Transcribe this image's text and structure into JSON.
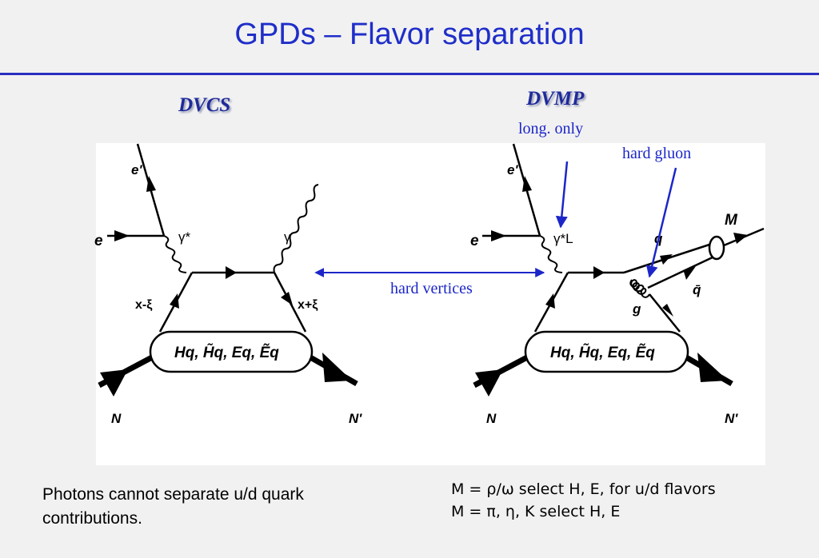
{
  "slide": {
    "title": "GPDs – Flavor separation"
  },
  "labels": {
    "dvcs": "DVCS",
    "dvmp": "DVMP",
    "long_only": "long. only",
    "hard_gluon": "hard gluon",
    "hard_vertices": "hard vertices"
  },
  "diagram_left": {
    "e_in": "e",
    "e_out": "e'",
    "gamma_star": "γ*",
    "gamma": "γ",
    "x_minus": "x-ξ",
    "x_plus": "x+ξ",
    "gpds": "Hq, H̃q, Eq, Ẽq",
    "n_in": "N",
    "n_out": "N'"
  },
  "diagram_right": {
    "e_in": "e",
    "e_out": "e'",
    "gamma_l": "γ*L",
    "meson": "M",
    "quark": "q",
    "antiquark": "q̄",
    "gluon": "g",
    "gpds": "Hq, H̃q, Eq, Ẽq",
    "n_in": "N",
    "n_out": "N'"
  },
  "bottom": {
    "left_line1": "Photons cannot separate u/d quark",
    "left_line2": "contributions.",
    "right_line1": "M =  ρ/ω select H, E, for u/d flavors",
    "right_line2": "M =  π, η, K select H, E"
  },
  "colors": {
    "title": "#1f2ec9",
    "annotation": "#1c26c8",
    "background": "#f1f1f1"
  }
}
